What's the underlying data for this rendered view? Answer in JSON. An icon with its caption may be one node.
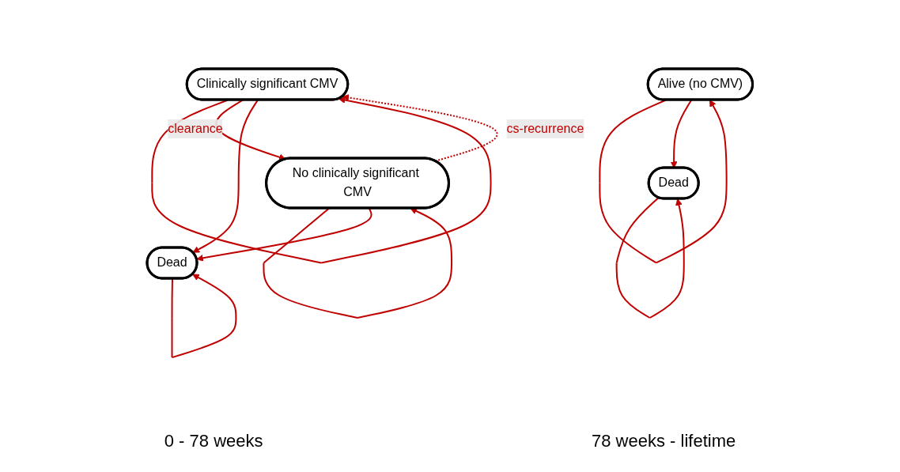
{
  "diagram": {
    "nodes": [
      {
        "text": [
          "Clinically significant CMV"
        ]
      },
      {
        "text": [
          "No clinically significant CMV"
        ]
      },
      {
        "text": [
          "Dead"
        ]
      },
      {
        "text": [
          "Alive (no CMV)"
        ]
      },
      {
        "text": [
          "Dead"
        ]
      }
    ],
    "edges": [
      {
        "from": 0,
        "to": 0,
        "arrow": "to"
      },
      {
        "from": 0,
        "to": 1,
        "arrow": "to",
        "label": "clearance"
      },
      {
        "from": 1,
        "to": 0,
        "arrow": "to",
        "label": "cs-recurrence",
        "style": "dashed"
      },
      {
        "from": 0,
        "to": 2,
        "arrow": "to"
      },
      {
        "from": 1,
        "to": 1,
        "arrow": "to"
      },
      {
        "from": 1,
        "to": 2,
        "arrow": "to"
      },
      {
        "from": 2,
        "to": 2,
        "arrow": "to"
      },
      {
        "from": 3,
        "to": 3,
        "arrow": "to"
      },
      {
        "from": 3,
        "to": 4,
        "arrow": "to"
      },
      {
        "from": 4,
        "to": 4,
        "arrow": "to"
      }
    ],
    "labels": [
      "0 - 78 weeks",
      "78 weeks - lifetime"
    ]
  }
}
